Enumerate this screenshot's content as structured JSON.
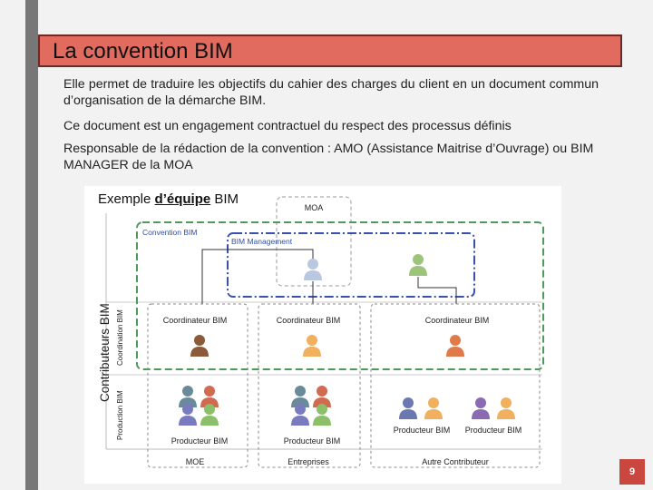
{
  "title": "La convention BIM",
  "paragraphs": [
    "Elle permet de traduire les objectifs du cahier des charges du client en un document commun d’organisation de la démarche BIM.",
    "Ce document est un engagement contractuel du respect des processus définis",
    "Responsable de la rédaction de la convention : AMO (Assistance Maitrise d’Ouvrage) ou BIM MANAGER de la MOA"
  ],
  "figure": {
    "title_prefix": "Exemple",
    "title_bold": "d’équipe",
    "title_suffix": "BIM",
    "side_label": "Contributeurs BIM",
    "labels": {
      "moa": "MOA",
      "convention": "Convention BIM",
      "management": "BIM Management",
      "row_coordination": "Coordination BIM",
      "row_production": "Production BIM",
      "coordinators": [
        "Coordinateur BIM",
        "Coordinateur BIM",
        "Coordinateur BIM"
      ],
      "producers": [
        "Producteur BIM",
        "Producteur BIM",
        "Producteur BIM",
        "Producteur BIM"
      ],
      "columns": [
        "MOE",
        "Entreprises",
        "Autre Contributeur"
      ]
    }
  },
  "colors": {
    "title_bar": "#e06b5e",
    "convention_border": "#4e9a5a",
    "management_border": "#3a4fb0"
  },
  "page_number": "9"
}
